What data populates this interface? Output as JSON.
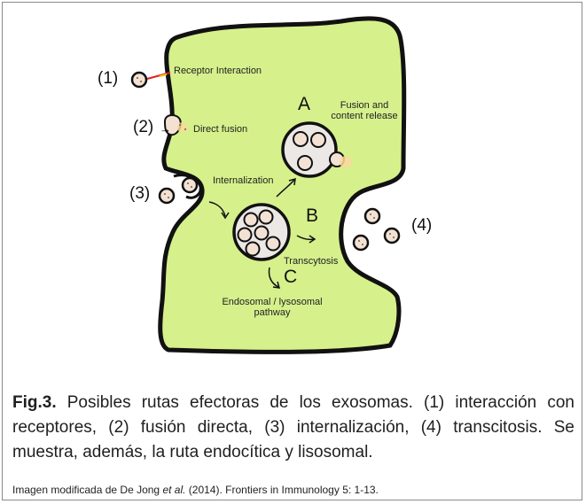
{
  "figure": {
    "numbers": {
      "n1": "(1)",
      "n2": "(2)",
      "n3": "(3)",
      "n4": "(4)"
    },
    "letters": {
      "a": "A",
      "b": "B",
      "c": "C"
    },
    "labels": {
      "receptor": "Receptor Interaction",
      "direct_fusion": "Direct fusion",
      "internalization": "Internalization",
      "fusion_release_1": "Fusion and",
      "fusion_release_2": "content release",
      "transcytosis": "Transcytosis",
      "endosomal_1": "Endosomal / lysosomal",
      "endosomal_2": "pathway"
    },
    "colors": {
      "cell": "#d6f08c",
      "outline": "#111111",
      "vesicle": "#f3e2d4",
      "endosome": "#ece8e6"
    }
  },
  "caption": {
    "fig_label": "Fig.3.",
    "text": " Posibles rutas efectoras de los exosomas. (1) interacción con receptores, (2) fusión directa, (3) internalización, (4) transcitosis. Se muestra, además, la ruta endocítica y lisosomal."
  },
  "credit": {
    "prefix": "Imagen modificada de De Jong ",
    "etal": "et al.",
    "suffix": " (2014). Frontiers in Immunology 5: 1-13."
  }
}
